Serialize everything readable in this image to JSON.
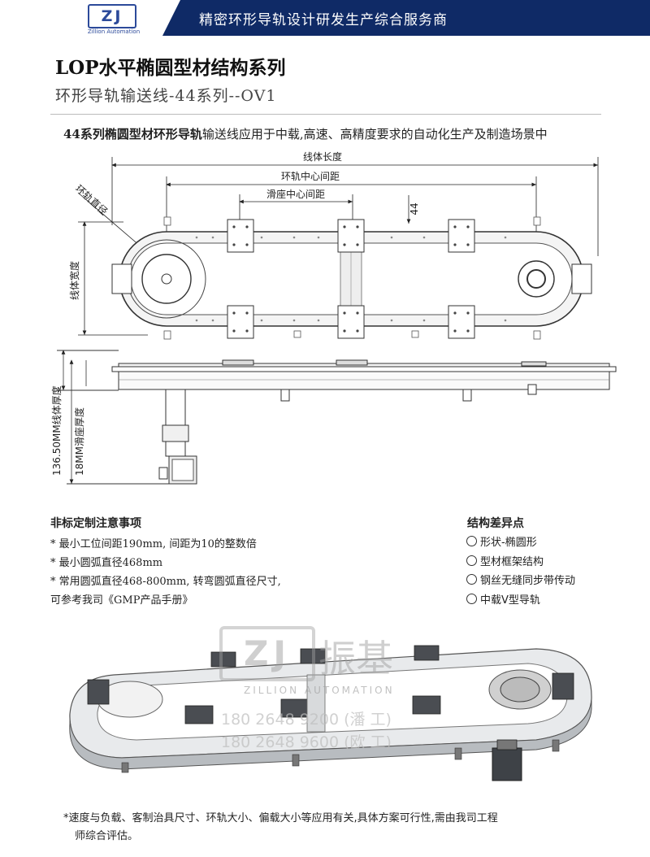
{
  "header": {
    "logo_text": "ZJ",
    "logo_sub": "Zillion Automation",
    "slogan": "精密环形导轨设计研发生产综合服务商"
  },
  "title": {
    "main": "LOP水平椭圆型材结构系列",
    "sub": "环形导轨输送线-44系列--OV1"
  },
  "intro": {
    "bold": "44系列椭圆型材环形导轨",
    "rest": "输送线应用于中载,高速、高精度要求的自动化生产及制造场景中"
  },
  "dimensions": {
    "line_length": "线体长度",
    "ring_center_distance": "环轨中心间距",
    "slider_center_distance": "滑座中心间距",
    "height_44": "44",
    "ring_diameter": "环轨直径",
    "line_width": "线体宽度",
    "total_thickness": "136.50MM线体厚度",
    "slider_thickness": "18MM滑座厚度"
  },
  "notes": {
    "title": "非标定制注意事项",
    "items": [
      "* 最小工位间距190mm, 间距为10的整数倍",
      "* 最小圆弧直径468mm",
      "* 常用圆弧直径468-800mm, 转弯圆弧直径尺寸,",
      "可参考我司《GMP产品手册》"
    ]
  },
  "differences": {
    "title": "结构差异点",
    "items": [
      "形状-椭圆形",
      "型材框架结构",
      "钢丝无缝同步带传动",
      "中载V型导轨"
    ]
  },
  "watermark": {
    "logo": "ZJ",
    "name_cn": "振基",
    "name_en": "ZILLION AUTOMATION",
    "phone1": "180 2648 9200 (潘 工)",
    "phone2": "180 2648 9600 (欧 工)"
  },
  "footer": {
    "line1": "*速度与负载、客制治具尺寸、环轨大小、偏载大小等应用有关,具体方案可行性,需由我司工程",
    "line2": "师综合评估。"
  }
}
